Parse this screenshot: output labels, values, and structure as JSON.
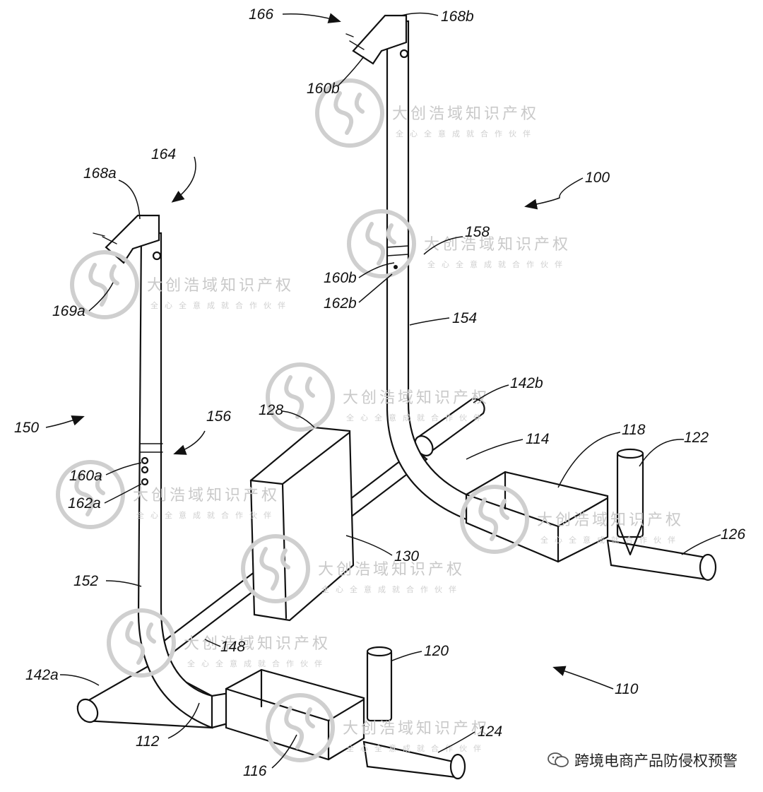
{
  "labels": {
    "l166": "166",
    "l168b": "168b",
    "l160b_top": "160b",
    "l164": "164",
    "l168a": "168a",
    "l100": "100",
    "l158": "158",
    "l160b": "160b",
    "l162b": "162b",
    "l169a": "169a",
    "l154": "154",
    "l142b": "142b",
    "l128": "128",
    "l150": "150",
    "l156": "156",
    "l118": "118",
    "l122": "122",
    "l114": "114",
    "l160a": "160a",
    "l162a": "162a",
    "l130": "130",
    "l126": "126",
    "l152": "152",
    "l148": "148",
    "l120": "120",
    "l142a": "142a",
    "l110": "110",
    "l112": "112",
    "l124": "124",
    "l116": "116"
  },
  "watermark": {
    "text": "大创浩域知识产权",
    "subtext": "全心全意成就合作伙伴"
  },
  "footer": {
    "text": "跨境电商产品防侵权预警",
    "icon": "wechat-icon"
  }
}
